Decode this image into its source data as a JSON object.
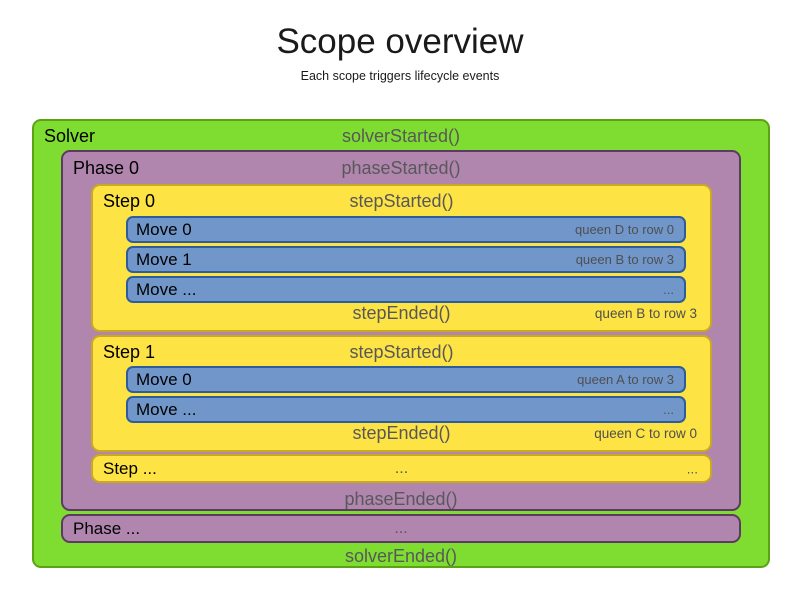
{
  "header": {
    "title": "Scope overview",
    "subtitle": "Each scope triggers lifecycle events"
  },
  "colors": {
    "solver_fill": "#7edd30",
    "solver_border": "#5aa414",
    "phase_fill": "#b186ae",
    "phase_border": "#5c3a62",
    "step_fill": "#fde344",
    "step_border": "#c9a822",
    "move_fill": "#7197ca",
    "move_border": "#2e5d9e",
    "event_text": "#58585a",
    "label_text": "#000000"
  },
  "solver": {
    "label": "Solver",
    "started": "solverStarted()",
    "ended": "solverEnded()",
    "phase0": {
      "label": "Phase 0",
      "started": "phaseStarted()",
      "ended": "phaseEnded()",
      "step0": {
        "label": "Step 0",
        "started": "stepStarted()",
        "ended": "stepEnded()",
        "ended_detail": "queen B to row 3",
        "moves": [
          {
            "label": "Move 0",
            "detail": "queen D to row 0"
          },
          {
            "label": "Move 1",
            "detail": "queen B to row 3"
          },
          {
            "label": "Move ...",
            "detail": "..."
          }
        ]
      },
      "step1": {
        "label": "Step 1",
        "started": "stepStarted()",
        "ended": "stepEnded()",
        "ended_detail": "queen C to row 0",
        "moves": [
          {
            "label": "Move 0",
            "detail": "queen A to row 3"
          },
          {
            "label": "Move ...",
            "detail": "..."
          }
        ]
      },
      "step_more": {
        "label": "Step ...",
        "center": "...",
        "right": "..."
      }
    },
    "phase_more": {
      "label": "Phase ...",
      "center": "..."
    }
  }
}
